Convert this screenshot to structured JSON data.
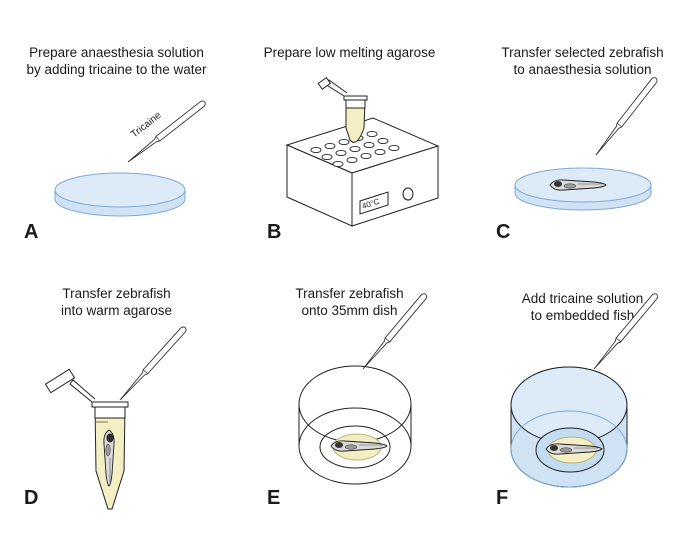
{
  "panels": [
    {
      "letter": "A",
      "caption": "Prepare anaesthesia solution\nby adding tricaine to the water",
      "pipette_label": "Tricaine"
    },
    {
      "letter": "B",
      "caption": "Prepare low melting agarose",
      "display": "40°C"
    },
    {
      "letter": "C",
      "caption": "Transfer selected zebrafish\nto anaesthesia solution"
    },
    {
      "letter": "D",
      "caption": "Transfer zebrafish\ninto warm agarose"
    },
    {
      "letter": "E",
      "caption": "Transfer zebrafish\nonto 35mm dish"
    },
    {
      "letter": "F",
      "caption": "Add tricaine solution\nto embedded fish"
    }
  ],
  "colors": {
    "solution": "#cfe3f5",
    "solution_edge": "#8fb9df",
    "agarose": "#f3eec4",
    "line": "#222222"
  }
}
